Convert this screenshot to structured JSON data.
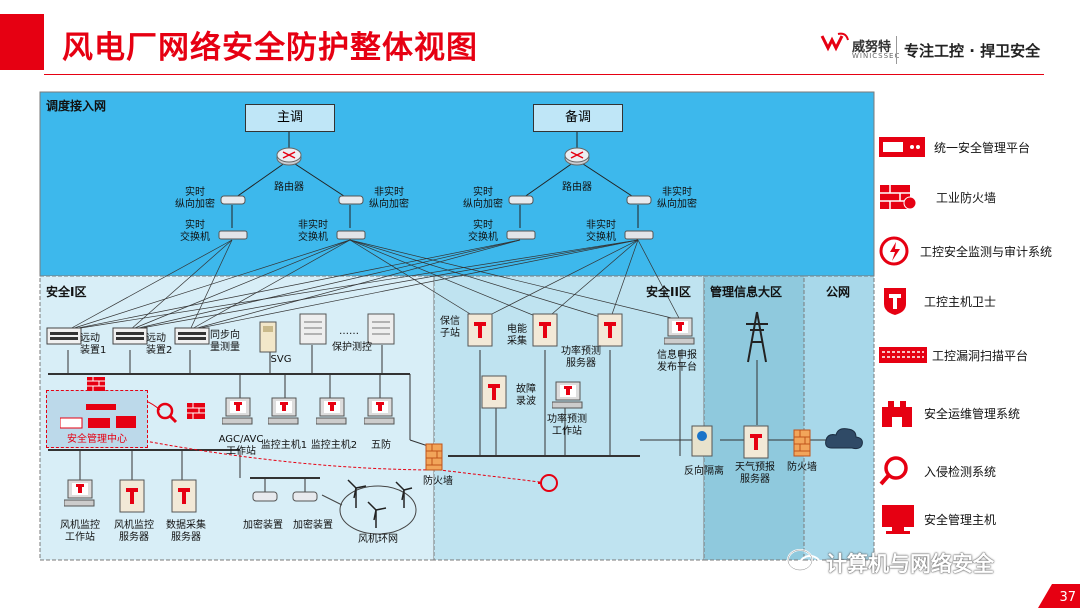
{
  "header": {
    "title": "风电厂网络安全防护整体视图",
    "logo_cn": "威努特",
    "logo_en": "WINICSSEC",
    "slogan": "专注工控 · 捍卫安全"
  },
  "zones": {
    "dispatch": "调度接入网",
    "safety1": "安全I区",
    "safety2": "安全II区",
    "mis": "管理信息大区",
    "public": "公网"
  },
  "dispatch": {
    "main": "主调",
    "backup": "备调",
    "router": "路由器",
    "rt_encrypt": "实时\n纵向加密",
    "nrt_encrypt": "非实时\n纵向加密",
    "rt_switch": "实时\n交换机",
    "nrt_switch": "非实时\n交换机"
  },
  "zone1": {
    "remote1": "远动\n装置1",
    "remote2": "远动\n装置2",
    "pmu": "同步向\n量测量",
    "svg": "SVG",
    "dots": "……",
    "protect": "保护测控",
    "soc": "安全管理中心",
    "agc": "AGC/AVC\n工作站",
    "mon1": "监控主机1",
    "mon2": "监控主机2",
    "wufang": "五防",
    "turbine_ws": "风机监控\n工作站",
    "turbine_srv": "风机监控\n服务器",
    "data_srv": "数据采集\n服务器",
    "enc1": "加密装置",
    "enc2": "加密装置",
    "ring": "风机环网"
  },
  "zone2": {
    "relay": "保信\n子站",
    "energy": "电能\n采集",
    "power_pred_srv": "功率预测\n服务器",
    "info_pub": "信息申报\n发布平台",
    "fault": "故障\n录波",
    "power_pred_ws": "功率预测\n工作站",
    "firewall": "防火墙"
  },
  "zone3": {
    "reverse_iso": "反向隔离",
    "weather_srv": "天气预报\n服务器",
    "firewall": "防火墙"
  },
  "legend": [
    {
      "icon": "unified-security-platform-icon",
      "label": "统一安全管理平台"
    },
    {
      "icon": "industrial-firewall-icon",
      "label": "工业防火墙"
    },
    {
      "icon": "audit-monitor-icon",
      "label": "工控安全监测与审计系统"
    },
    {
      "icon": "host-guard-icon",
      "label": "工控主机卫士"
    },
    {
      "icon": "vuln-scan-icon",
      "label": "工控漏洞扫描平台"
    },
    {
      "icon": "ops-management-icon",
      "label": "安全运维管理系统"
    },
    {
      "icon": "intrusion-detection-icon",
      "label": "入侵检测系统"
    },
    {
      "icon": "security-host-icon",
      "label": "安全管理主机"
    }
  ],
  "watermark": "计算机与网络安全",
  "page_number": "37",
  "colors": {
    "accent": "#e60012",
    "dispatch_bg": "#3db8ec",
    "zone_bg": "#d8eef7",
    "zone2_bg": "#bfe3f0",
    "mis_bg": "#8fc9dd",
    "public_bg": "#a8d8ea"
  }
}
